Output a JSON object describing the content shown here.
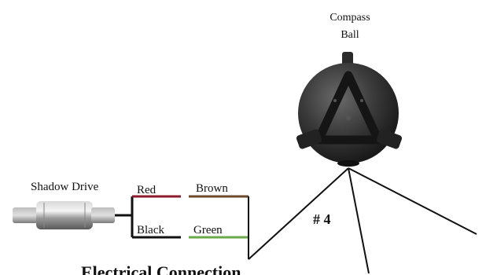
{
  "compass": {
    "title": "Compass",
    "title_line2": "Ball"
  },
  "shadow_drive": {
    "label": "Shadow Drive"
  },
  "wires": [
    {
      "label": "Red",
      "color": "#8b1a2b"
    },
    {
      "label": "Brown",
      "color": "#6b4a2a"
    },
    {
      "label": "Black",
      "color": "#111111"
    },
    {
      "label": "Green",
      "color": "#6aaa4a"
    }
  ],
  "connector_number": "# 4",
  "caption": "Electrical Connection"
}
